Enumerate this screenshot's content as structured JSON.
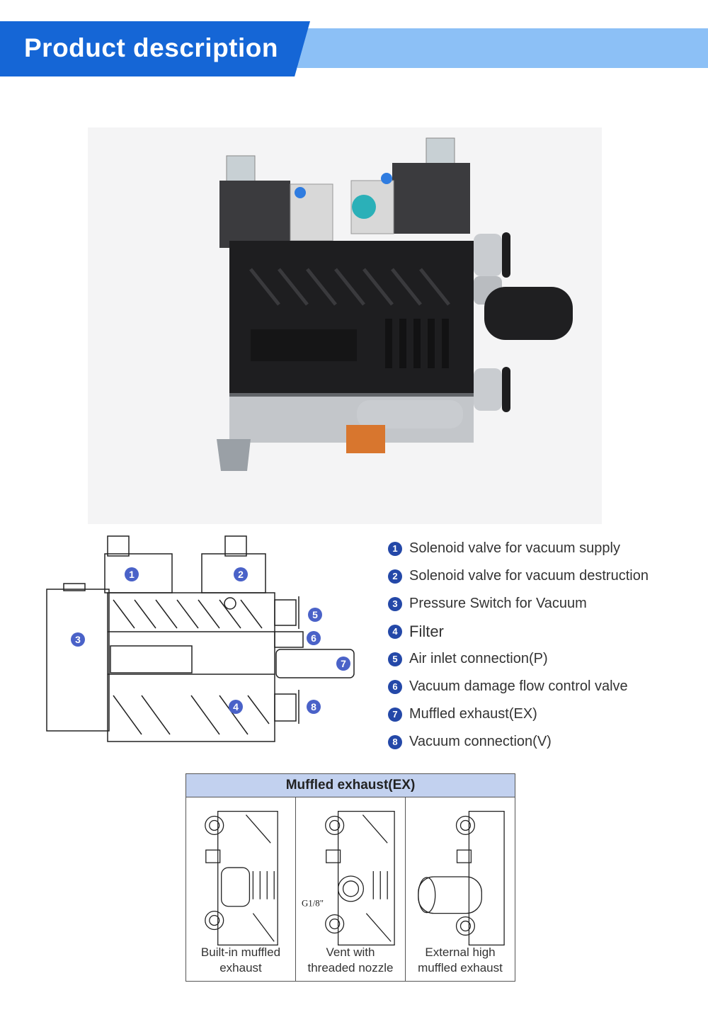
{
  "header": {
    "title": "Product description"
  },
  "colors": {
    "banner_dark": "#1566d6",
    "banner_light": "#8cc0f6",
    "callout": "#4a62c8",
    "table_header": "#c2d1ef"
  },
  "diagram": {
    "callouts": [
      "1",
      "2",
      "3",
      "4",
      "5",
      "6",
      "7",
      "8"
    ]
  },
  "legend": {
    "items": [
      {
        "num": "1",
        "text": "Solenoid valve for vacuum supply"
      },
      {
        "num": "2",
        "text": "Solenoid valve for vacuum destruction"
      },
      {
        "num": "3",
        "text": "Pressure Switch for Vacuum"
      },
      {
        "num": "4",
        "text": "Filter"
      },
      {
        "num": "5",
        "text": "Air inlet connection(P)"
      },
      {
        "num": "6",
        "text": "Vacuum damage flow control valve"
      },
      {
        "num": "7",
        "text": "Muffled exhaust(EX)"
      },
      {
        "num": "8",
        "text": "Vacuum connection(V)"
      }
    ]
  },
  "exhaust_table": {
    "title": "Muffled exhaust(EX)",
    "thread_label": "G1/8\"",
    "options": [
      {
        "line1": "Built-in muffled",
        "line2": "exhaust"
      },
      {
        "line1": "Vent with",
        "line2": "threaded nozzle"
      },
      {
        "line1": "External high",
        "line2": "muffled exhaust"
      }
    ]
  }
}
